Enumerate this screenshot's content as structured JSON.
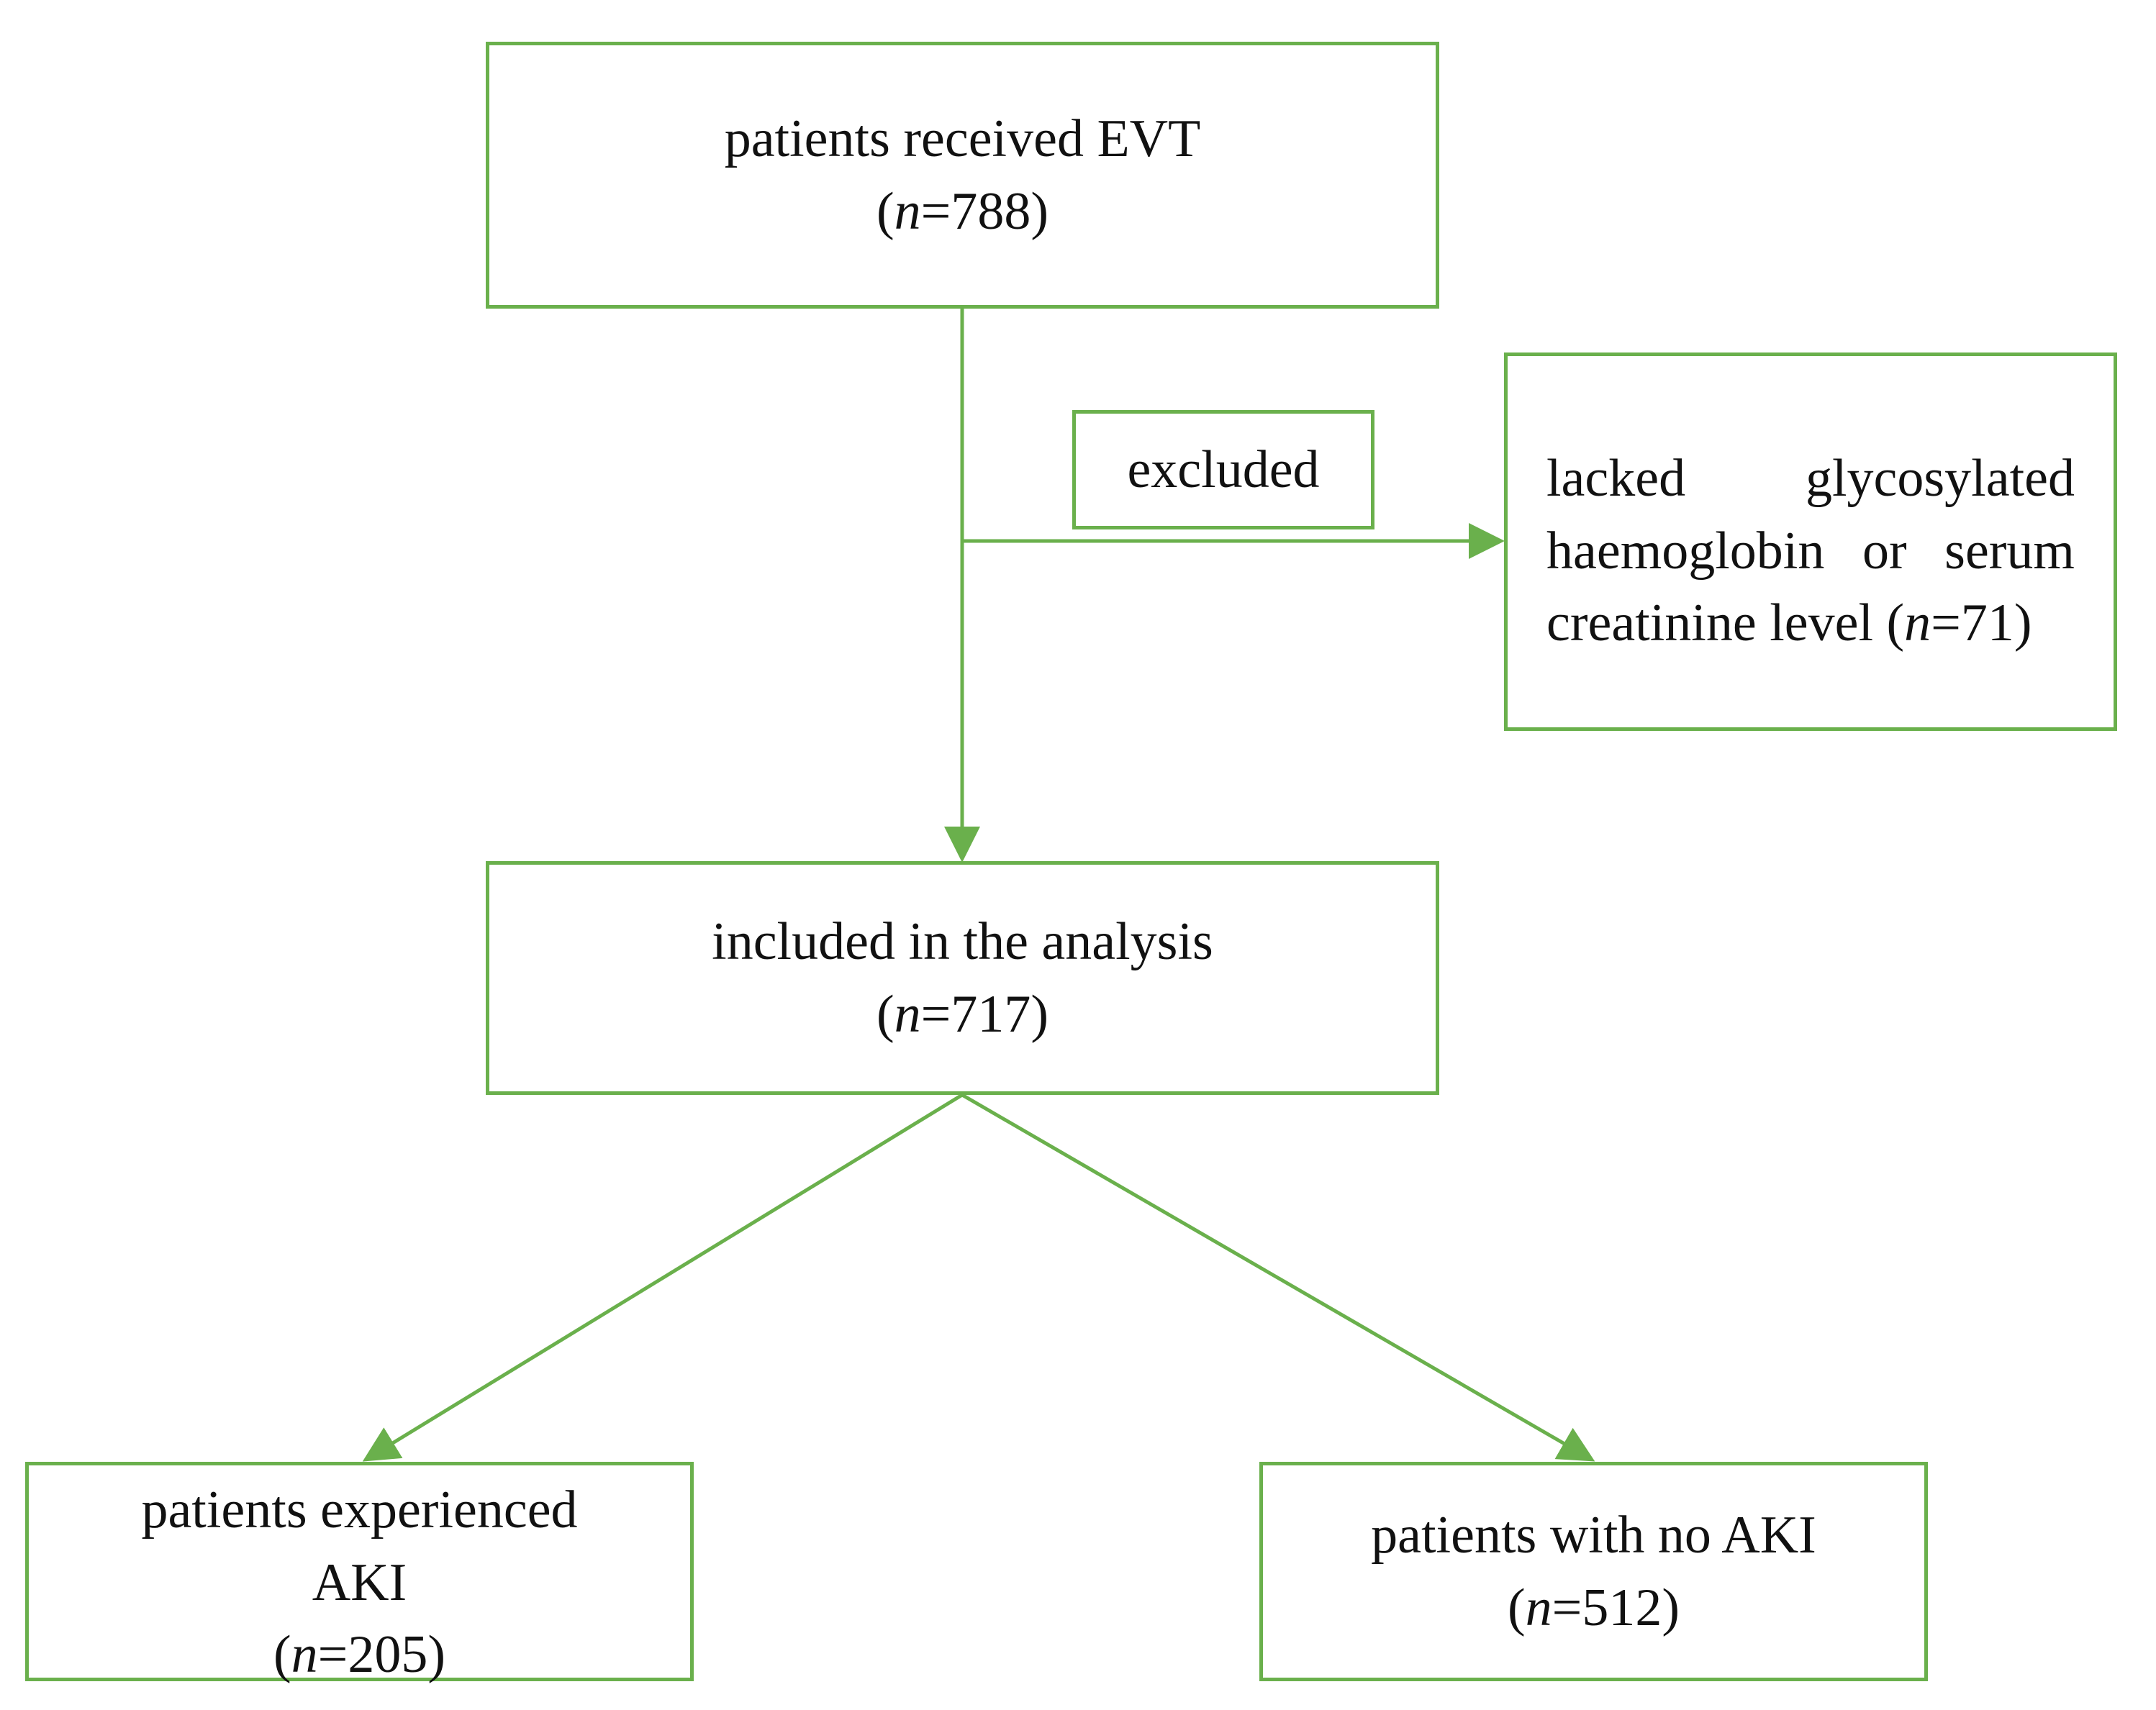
{
  "colors": {
    "line": "#6ab04c",
    "text": "#111111",
    "background": "#ffffff"
  },
  "boxes": {
    "start": {
      "label": "patients received EVT",
      "n_prefix": "(",
      "n_var": "n",
      "n_value": "=788)"
    },
    "excluded": {
      "label": "excluded"
    },
    "reason": {
      "line1_a": "lacked",
      "line1_b": "glycosylated",
      "line2": "haemoglobin or serum",
      "line3_text": "creatinine level (",
      "n_var": "n",
      "n_value": "=71)"
    },
    "included": {
      "label": "included in the analysis",
      "n_prefix": "(",
      "n_var": "n",
      "n_value": "=717)"
    },
    "aki": {
      "label_line1": "patients experienced",
      "label_line2": "AKI",
      "n_prefix": "(",
      "n_var": "n",
      "n_value": "=205)"
    },
    "no_aki": {
      "label": "patients with no AKI",
      "n_prefix": "(",
      "n_var": "n",
      "n_value": "=512)"
    }
  }
}
